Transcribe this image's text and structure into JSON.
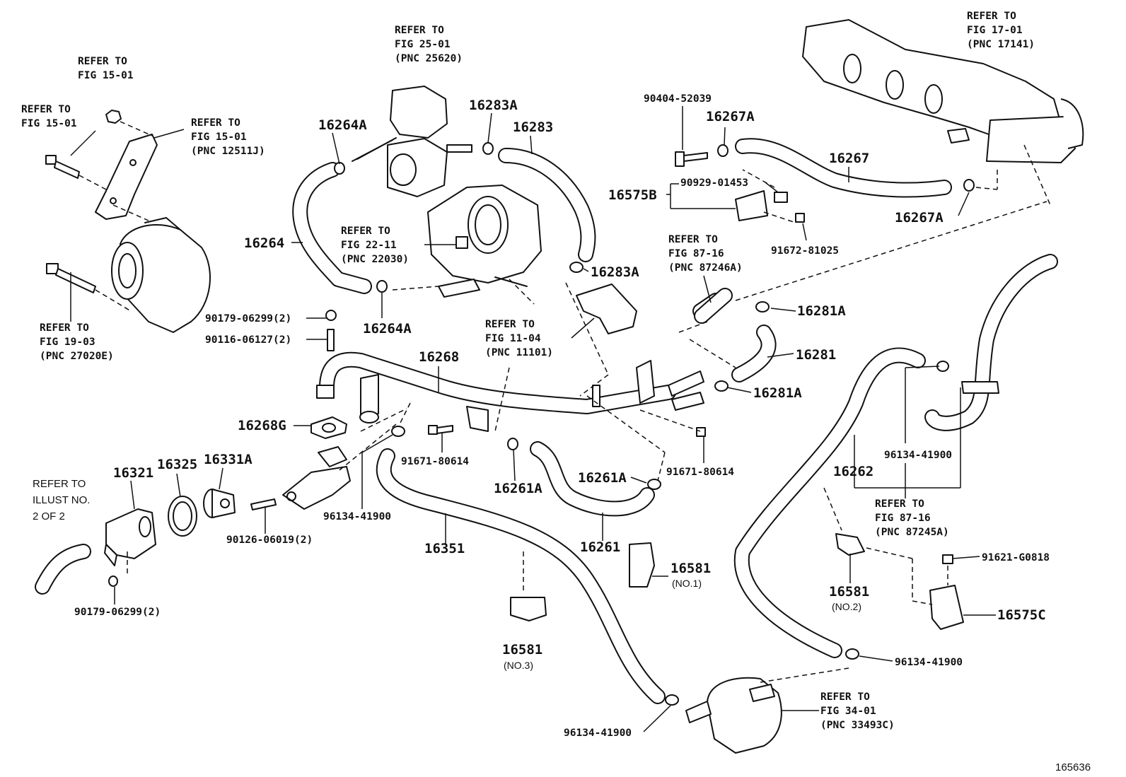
{
  "callouts": {
    "refer_1501_a": [
      "REFER TO",
      "FIG 15-01"
    ],
    "refer_1501_b": [
      "REFER TO",
      "FIG 15-01"
    ],
    "refer_1501_c": [
      "REFER TO",
      "FIG 15-01",
      "(PNC 12511J)"
    ],
    "refer_1903": [
      "REFER TO",
      "FIG 19-03",
      "(PNC 27020E)"
    ],
    "refer_2501": [
      "REFER TO",
      "FIG 25-01",
      "(PNC 25620)"
    ],
    "refer_2211": [
      "REFER TO",
      "FIG 22-11",
      "(PNC 22030)"
    ],
    "refer_1104": [
      "REFER TO",
      "FIG 11-04",
      "(PNC 11101)"
    ],
    "refer_1701": [
      "REFER TO",
      "FIG 17-01",
      "(PNC 17141)"
    ],
    "refer_8716_a": [
      "REFER TO",
      "FIG 87-16",
      "(PNC 87246A)"
    ],
    "refer_8716_b": [
      "REFER TO",
      "FIG 87-16",
      "(PNC 87245A)"
    ],
    "refer_3401": [
      "REFER TO",
      "FIG 34-01",
      "(PNC 33493C)"
    ],
    "refer_illust": [
      "REFER TO",
      "ILLUST NO.",
      "2 OF 2"
    ]
  },
  "parts": {
    "p16264A_top": "16264A",
    "p16283A_top": "16283A",
    "p16283": "16283",
    "p16267A_top": "16267A",
    "p16267": "16267",
    "p16575B": "16575B",
    "p16267A_right": "16267A",
    "p90404": "90404-52039",
    "p90929": "90929-01453",
    "p91672": "91672-81025",
    "p16264": "16264",
    "p16283A_mid": "16283A",
    "p16264A_bot": "16264A",
    "p16281A_top": "16281A",
    "p16281": "16281",
    "p16281A_bot": "16281A",
    "p16268": "16268",
    "p16268G": "16268G",
    "p90179_a": "90179-06299(2)",
    "p90116": "90116-06127(2)",
    "p91671_a": "91671-80614",
    "p91671_b": "91671-80614",
    "p16261A_a": "16261A",
    "p16261A_b": "16261A",
    "p16261": "16261",
    "p16321": "16321",
    "p16325": "16325",
    "p16331A": "16331A",
    "p90126": "90126-06019(2)",
    "p96134_a": "96134-41900",
    "p16351": "16351",
    "p90179_b": "90179-06299(2)",
    "p16581_1": "16581",
    "p16581_1_sub": "(NO.1)",
    "p16581_3": "16581",
    "p16581_3_sub": "(NO.3)",
    "p16262": "16262",
    "p96134_b": "96134-41900",
    "p16581_2": "16581",
    "p16581_2_sub": "(NO.2)",
    "p91621": "91621-G0818",
    "p16575C": "16575C",
    "p96134_c": "96134-41900",
    "p96134_d": "96134-41900"
  },
  "figure_id": "165636"
}
